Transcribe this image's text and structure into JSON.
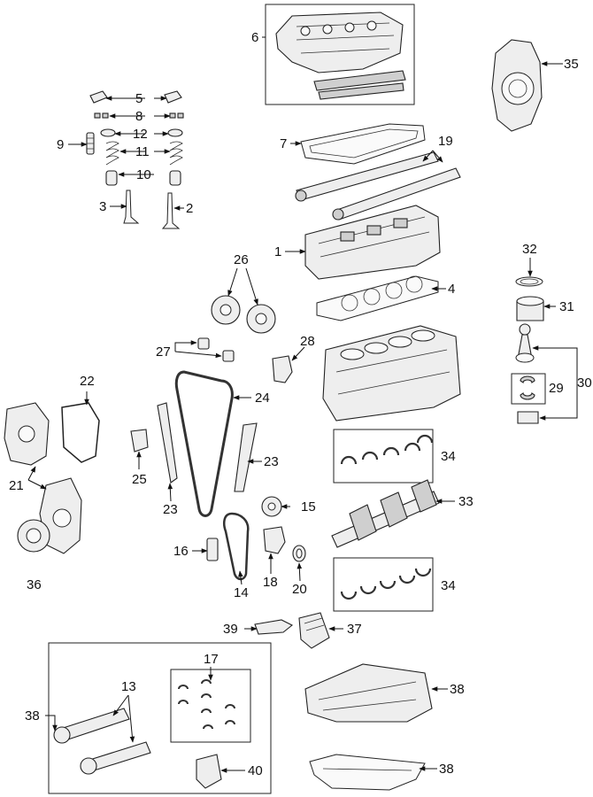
{
  "callouts": [
    {
      "id": "c1",
      "text": "1"
    },
    {
      "id": "c2",
      "text": "2"
    },
    {
      "id": "c3",
      "text": "3"
    },
    {
      "id": "c4",
      "text": "4"
    },
    {
      "id": "c5",
      "text": "5"
    },
    {
      "id": "c6",
      "text": "6"
    },
    {
      "id": "c7",
      "text": "7"
    },
    {
      "id": "c8",
      "text": "8"
    },
    {
      "id": "c9",
      "text": "9"
    },
    {
      "id": "c10",
      "text": "10"
    },
    {
      "id": "c11",
      "text": "11"
    },
    {
      "id": "c12",
      "text": "12"
    },
    {
      "id": "c13",
      "text": "13"
    },
    {
      "id": "c14",
      "text": "14"
    },
    {
      "id": "c15",
      "text": "15"
    },
    {
      "id": "c16",
      "text": "16"
    },
    {
      "id": "c17",
      "text": "17"
    },
    {
      "id": "c18",
      "text": "18"
    },
    {
      "id": "c19",
      "text": "19"
    },
    {
      "id": "c20",
      "text": "20"
    },
    {
      "id": "c21",
      "text": "21"
    },
    {
      "id": "c22",
      "text": "22"
    },
    {
      "id": "c23a",
      "text": "23"
    },
    {
      "id": "c23b",
      "text": "23"
    },
    {
      "id": "c24",
      "text": "24"
    },
    {
      "id": "c25",
      "text": "25"
    },
    {
      "id": "c26",
      "text": "26"
    },
    {
      "id": "c27",
      "text": "27"
    },
    {
      "id": "c28",
      "text": "28"
    },
    {
      "id": "c29",
      "text": "29"
    },
    {
      "id": "c30",
      "text": "30"
    },
    {
      "id": "c31",
      "text": "31"
    },
    {
      "id": "c32",
      "text": "32"
    },
    {
      "id": "c33",
      "text": "33"
    },
    {
      "id": "c34a",
      "text": "34"
    },
    {
      "id": "c34b",
      "text": "34"
    },
    {
      "id": "c35",
      "text": "35"
    },
    {
      "id": "c36",
      "text": "36"
    },
    {
      "id": "c37",
      "text": "37"
    },
    {
      "id": "c38a",
      "text": "38"
    },
    {
      "id": "c38b",
      "text": "38"
    },
    {
      "id": "c38c",
      "text": "38"
    },
    {
      "id": "c39",
      "text": "39"
    },
    {
      "id": "c40",
      "text": "40"
    }
  ]
}
